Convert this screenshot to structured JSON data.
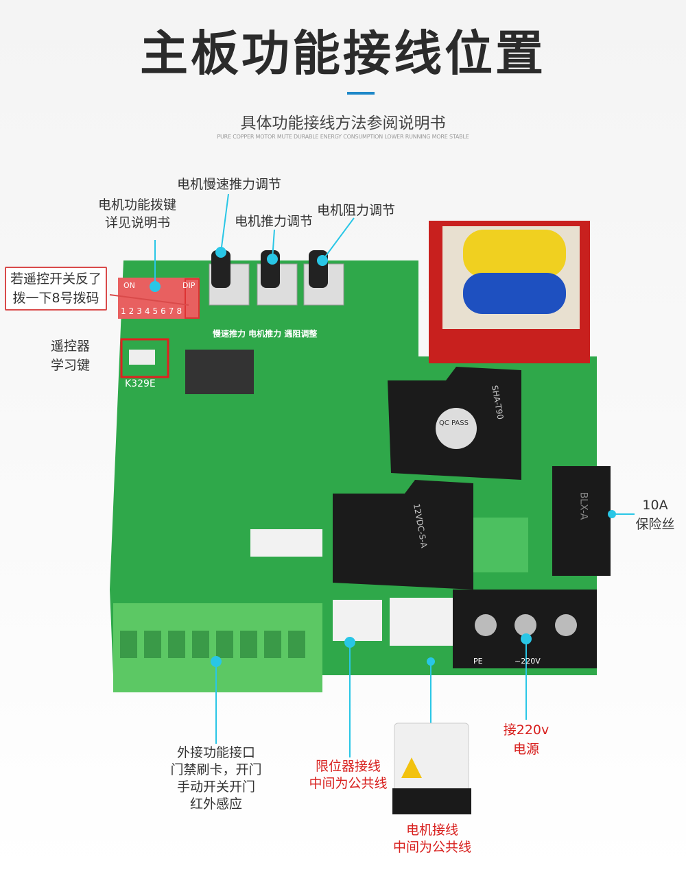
{
  "title": "主板功能接线位置",
  "subtitle": "具体功能接线方法参阅说明书",
  "tagline": "PURE COPPER MOTOR MUTE DURABLE ENERGY CONSUMPTION LOWER RUNNING MORE STABLE",
  "colors": {
    "accent": "#1e88c8",
    "callout_line": "#29c6e6",
    "warning": "#d8201e",
    "pcb": "#2fa84a"
  },
  "callouts": {
    "slow_push": "电机慢速推力调节",
    "dip_line1": "电机功能拨键",
    "dip_line2": "详见说明书",
    "push": "电机推力调节",
    "resist": "电机阻力调节",
    "reverse_line1": "若遥控开关反了",
    "reverse_line2": "拨一下8号拨码",
    "learn_line1": "遥控器",
    "learn_line2": "学习键",
    "fuse_line1": "10A",
    "fuse_line2": "保险丝",
    "ext_line1": "外接功能接口",
    "ext_line2": "门禁刷卡，开门",
    "ext_line3": "手动开关开门",
    "ext_line4": "红外感应",
    "limit_line1": "限位器接线",
    "limit_line2": "中间为公共线",
    "power_line1": "接220v",
    "power_line2": "电源",
    "motor_line1": "电机接线",
    "motor_line2": "中间为公共线"
  },
  "board": {
    "model": "K329E",
    "dip": "DIP",
    "on": "ON",
    "dip_numbers": "12345678",
    "pot_label": "慢速推力 电机推力 遇阻调整",
    "relay": "SHA-T90",
    "relay_spec": "12VDC-S-A",
    "fuse": "BLX-A",
    "pe": "PE",
    "ac": "~220V",
    "qc": "QC PASS"
  }
}
